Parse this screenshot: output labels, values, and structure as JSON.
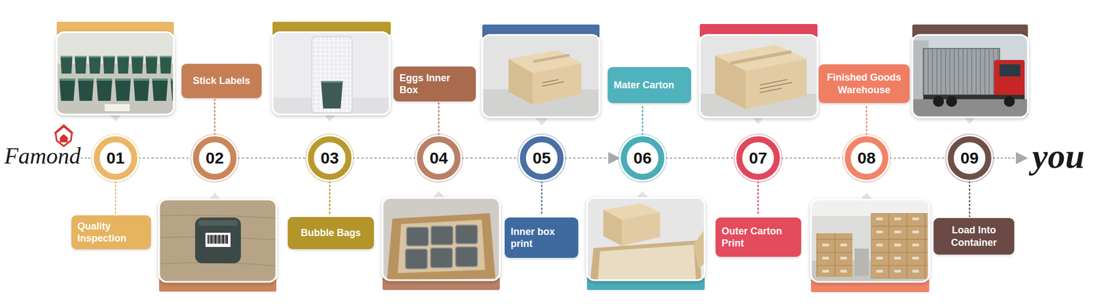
{
  "diagram": {
    "nodes": [
      {
        "text": [
          "01"
        ]
      },
      {
        "text": [
          "Quality Inspection"
        ]
      },
      {
        "text": [
          "02"
        ]
      },
      {
        "text": [
          "Stick Labels"
        ]
      },
      {
        "text": [
          "03"
        ]
      },
      {
        "text": [
          "Bubble Bags"
        ]
      },
      {
        "text": [
          "04"
        ]
      },
      {
        "text": [
          "Eggs Inner Box"
        ]
      },
      {
        "text": [
          "05"
        ]
      },
      {
        "text": [
          "Inner box print"
        ]
      },
      {
        "text": [
          "06"
        ]
      },
      {
        "text": [
          "Mater Carton"
        ]
      },
      {
        "text": [
          "07"
        ]
      },
      {
        "text": [
          "Outer Carton Print"
        ]
      },
      {
        "text": [
          "08"
        ]
      },
      {
        "text": [
          "Finished Goods Warehouse"
        ]
      },
      {
        "text": [
          "09"
        ]
      },
      {
        "text": [
          "Load Into Container"
        ]
      }
    ],
    "edges": [
      {
        "from": 0,
        "to": 1,
        "arrow": "none"
      },
      {
        "from": 0,
        "to": 2,
        "arrow": "none"
      },
      {
        "from": 2,
        "to": 3,
        "arrow": "none"
      },
      {
        "from": 2,
        "to": 4,
        "arrow": "none"
      },
      {
        "from": 4,
        "to": 5,
        "arrow": "none"
      },
      {
        "from": 4,
        "to": 6,
        "arrow": "none"
      },
      {
        "from": 6,
        "to": 7,
        "arrow": "none"
      },
      {
        "from": 6,
        "to": 8,
        "arrow": "none"
      },
      {
        "from": 8,
        "to": 9,
        "arrow": "none"
      },
      {
        "from": 8,
        "to": 10,
        "arrow": "to"
      },
      {
        "from": 10,
        "to": 11,
        "arrow": "none"
      },
      {
        "from": 10,
        "to": 12,
        "arrow": "none"
      },
      {
        "from": 12,
        "to": 13,
        "arrow": "none"
      },
      {
        "from": 12,
        "to": 14,
        "arrow": "none"
      },
      {
        "from": 14,
        "to": 15,
        "arrow": "none"
      },
      {
        "from": 14,
        "to": 16,
        "arrow": "none"
      },
      {
        "from": 16,
        "to": 17,
        "arrow": "none"
      }
    ],
    "labels": [
      "Famond",
      "you"
    ]
  }
}
